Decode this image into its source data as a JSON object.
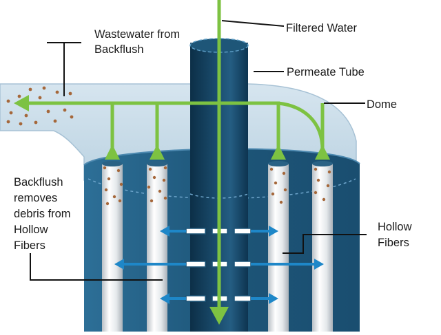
{
  "title": "Hollow fiber backflush diagram",
  "labels": {
    "filtered_water": "Filtered Water",
    "wastewater": [
      "Wastewater from",
      "Backflush"
    ],
    "permeate_tube": "Permeate Tube",
    "dome": "Dome",
    "backflush_note": [
      "Backflush",
      "removes",
      "debris from",
      "Hollow",
      "Fibers"
    ],
    "hollow_fibers": [
      "Hollow",
      "Fibers"
    ]
  },
  "colors": {
    "flow_arrow": "#7dc242",
    "filtration_arrow": "#1e87c8",
    "tank_dark": "#1f5a80",
    "permeate_dark": "#0f3a55",
    "dome_fill": "#c7dbe8",
    "debris": "#a5673a",
    "leader_line": "#111111"
  }
}
